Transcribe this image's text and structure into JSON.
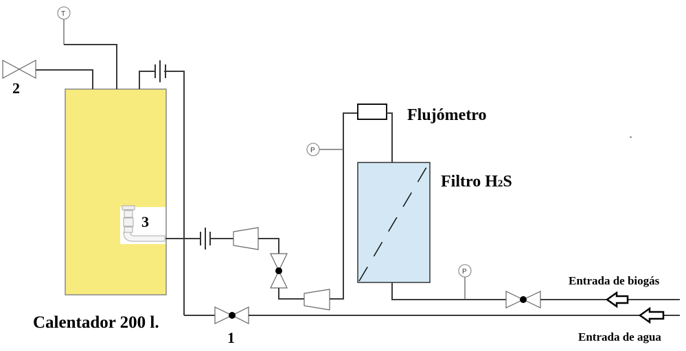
{
  "labels": {
    "flowmeter": "Flujómetro",
    "filter_main": "Filtro H",
    "filter_sub": "2",
    "filter_end": "S",
    "heater": "Calentador 200 l.",
    "biogas_in": "Entrada de biogás",
    "water_in": "Entrada de agua",
    "num1": "1",
    "num2": "2",
    "num3": "3"
  },
  "gauges": {
    "temperature": "T",
    "pressure_top": "P",
    "pressure_bottom": "P"
  },
  "colors": {
    "tank_fill": "#f8eb7d",
    "filter_fill": "#d3e8f4",
    "pipe": "#3a3a3a",
    "outline": "#777777"
  }
}
